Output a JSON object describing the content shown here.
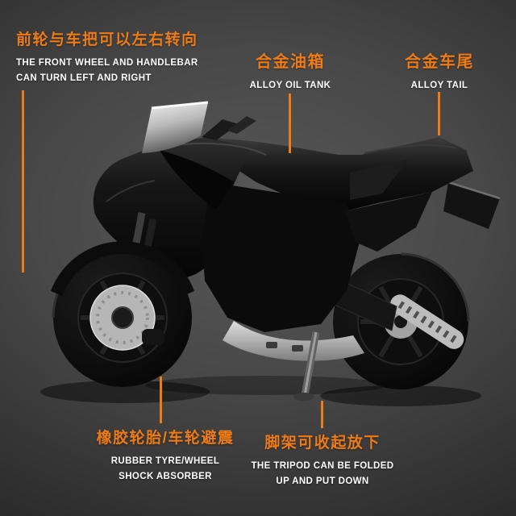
{
  "meta": {
    "subject": "Black die-cast model motorcycle product photo with feature callouts"
  },
  "colors": {
    "accent_orange": "#ed7b17",
    "label_white": "#ffffff",
    "background_dark": "#3a3a3a"
  },
  "callouts": {
    "front_wheel": {
      "zh": "前轮与车把可以左右转向",
      "en1": "THE FRONT WHEEL AND HANDLEBAR",
      "en2": "CAN TURN LEFT AND RIGHT"
    },
    "oil_tank": {
      "zh": "合金油箱",
      "en": "ALLOY OIL TANK"
    },
    "tail": {
      "zh": "合金车尾",
      "en": "ALLOY TAIL"
    },
    "tyre": {
      "zh": "橡胶轮胎/车轮避震",
      "en1": "RUBBER TYRE/WHEEL",
      "en2": "SHOCK ABSORBER"
    },
    "tripod": {
      "zh": "脚架可收起放下",
      "en1": "THE TRIPOD CAN BE FOLDED",
      "en2": "UP AND PUT DOWN"
    }
  }
}
